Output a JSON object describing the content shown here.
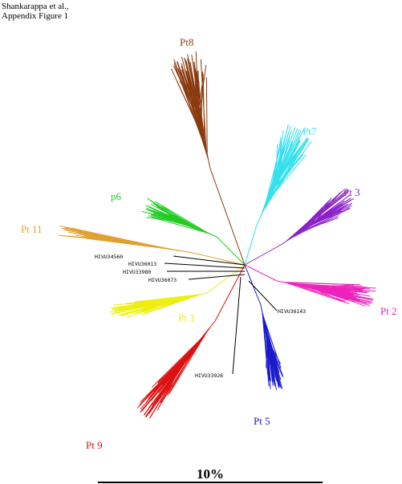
{
  "header": {
    "line1": "Shankarappa et al.,",
    "line2": "Appendix Figure 1"
  },
  "clades": [
    {
      "id": "pt8",
      "label": "Pt8",
      "color": "#8b3a0f"
    },
    {
      "id": "pt7",
      "label": "Pt7",
      "color": "#33e0ee"
    },
    {
      "id": "pt3",
      "label": "Pt 3",
      "color": "#8a22c8"
    },
    {
      "id": "p6",
      "label": "p6",
      "color": "#22cc22"
    },
    {
      "id": "pt11",
      "label": "Pt 11",
      "color": "#e0a030"
    },
    {
      "id": "pt2",
      "label": "Pt 2",
      "color": "#ee22bb"
    },
    {
      "id": "pt1",
      "label": "Pt 1",
      "color": "#eeee11"
    },
    {
      "id": "pt5",
      "label": "Pt 5",
      "color": "#1a1acc"
    },
    {
      "id": "pt9",
      "label": "Pt 9",
      "color": "#dd1111"
    }
  ],
  "references": [
    "HIVU34560",
    "HIVU36013",
    "HIVU33980",
    "HIVU36073",
    "HIVU36143",
    "HIVU33926"
  ],
  "scale_bar": {
    "label": "10%"
  }
}
